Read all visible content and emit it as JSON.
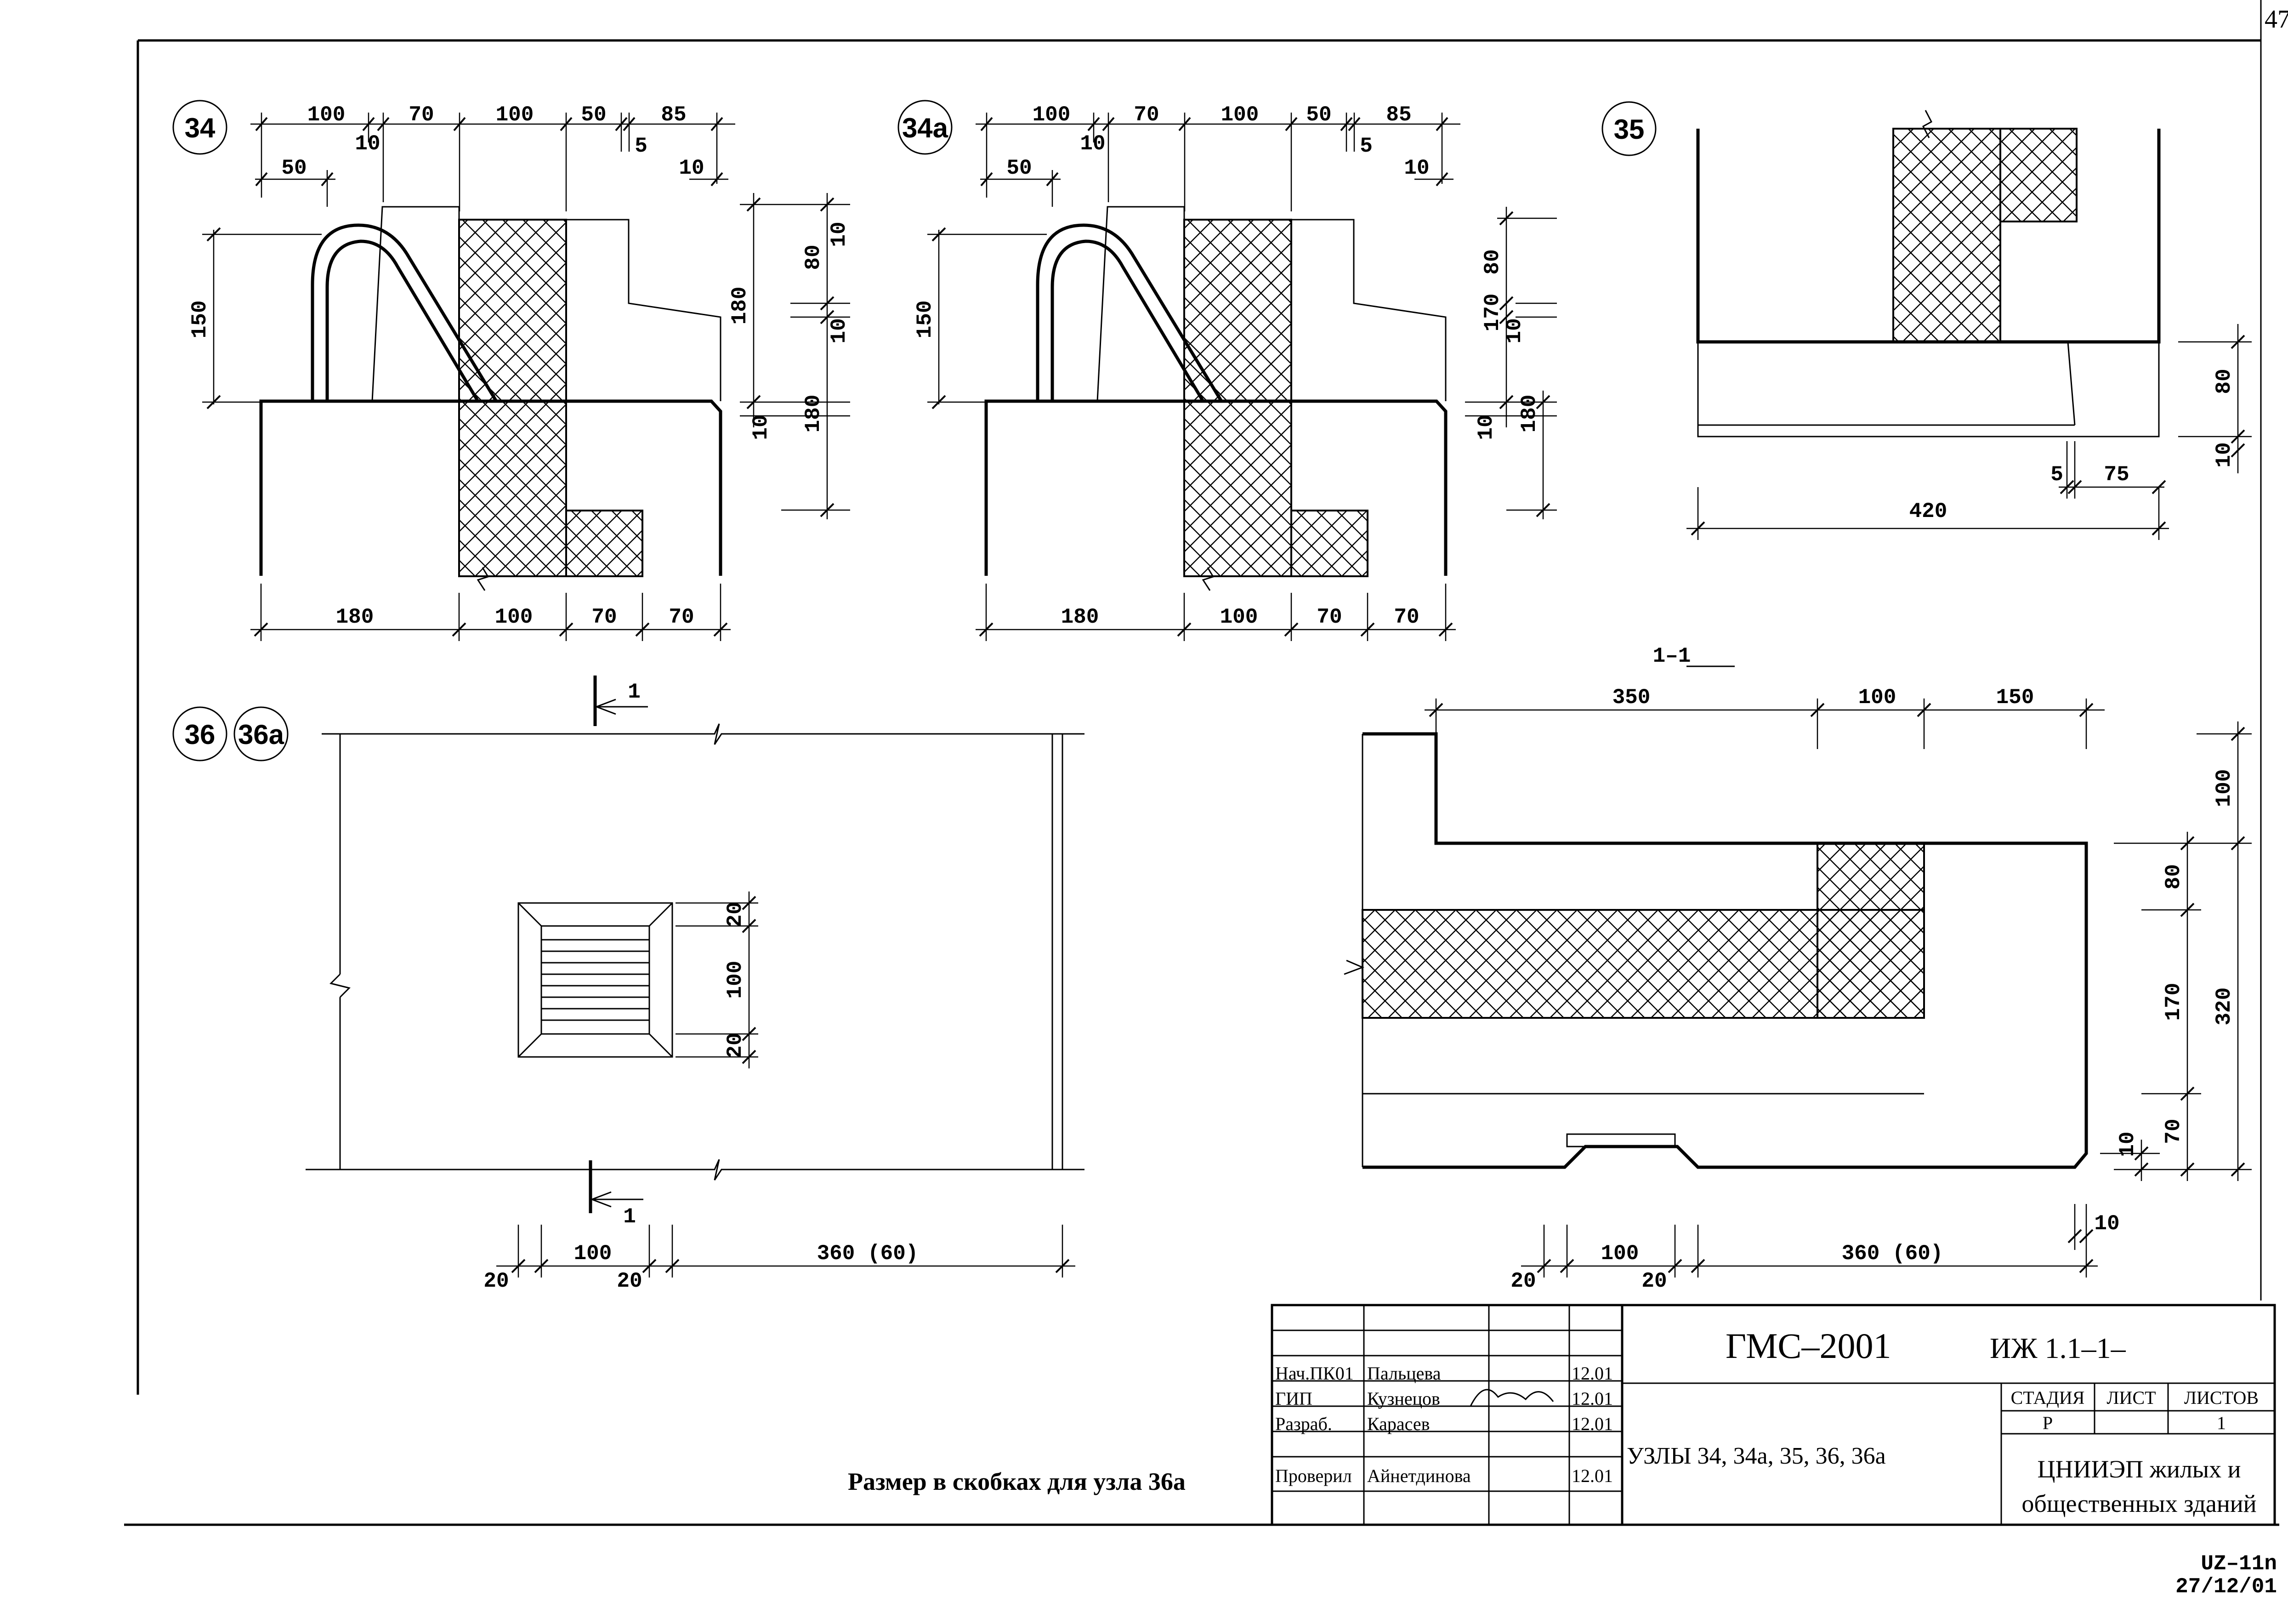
{
  "page_number": "47",
  "nodes": {
    "n34": "34",
    "n34a": "34а",
    "n35": "35",
    "n36": "36",
    "n36a": "36а"
  },
  "node34": {
    "top": [
      "100",
      "70",
      "100",
      "50",
      "85"
    ],
    "top_small": [
      "10",
      "5",
      "10"
    ],
    "top2": "50",
    "left": "150",
    "right_a": "180",
    "right_b": [
      "10",
      "80",
      "10"
    ],
    "right_c": "180",
    "right_d": "10",
    "bottom": [
      "180",
      "100",
      "70",
      "70"
    ]
  },
  "node34a": {
    "top": [
      "100",
      "70",
      "100",
      "50",
      "85"
    ],
    "top_small": [
      "10",
      "5",
      "10"
    ],
    "top2": "50",
    "left": "150",
    "right_a": "170",
    "right_b": [
      "80",
      "10"
    ],
    "right_c": "180",
    "right_d": "10",
    "bottom": [
      "180",
      "100",
      "70",
      "70"
    ]
  },
  "node35": {
    "right": [
      "80",
      "10"
    ],
    "bottom_small": [
      "5",
      "75"
    ],
    "bottom": "420"
  },
  "node36": {
    "section_mark": "1",
    "right": [
      "20",
      "100",
      "20"
    ],
    "bottom": [
      "20",
      "100",
      "20",
      "360 (60)"
    ]
  },
  "section11": {
    "title": "1–1",
    "top": [
      "350",
      "100",
      "150"
    ],
    "right_outer": [
      "100",
      "320"
    ],
    "right_inner": [
      "80",
      "170",
      "70"
    ],
    "right_small": [
      "10",
      "10"
    ],
    "bottom": [
      "20",
      "100",
      "20",
      "360 (60)"
    ]
  },
  "footnote": "Размер в скобках для узла 36а",
  "title_block": {
    "code": "ГМС–2001",
    "doc": "ИЖ 1.1–1–",
    "rows": [
      {
        "role": "Нач.ПК01",
        "name": "Пальцева",
        "date": "12.01"
      },
      {
        "role": "ГИП",
        "name": "Кузнецов",
        "date": "12.01"
      },
      {
        "role": "Разраб.",
        "name": "Карасев",
        "date": "12.01"
      },
      {
        "role": "",
        "name": "",
        "date": ""
      },
      {
        "role": "Проверил",
        "name": "Айнетдинова",
        "date": "12.01"
      }
    ],
    "sheet_title": "УЗЛЫ 34, 34а, 35, 36, 36а",
    "stage_label": "СТАДИЯ",
    "sheet_label": "ЛИСТ",
    "sheets_label": "ЛИСТОВ",
    "stage": "Р",
    "sheet": "",
    "sheets": "1",
    "org_line1": "ЦНИИЭП жилых и",
    "org_line2": "общественных зданий"
  },
  "stamp": {
    "line1": "UZ–11n",
    "line2": "27/12/01"
  }
}
